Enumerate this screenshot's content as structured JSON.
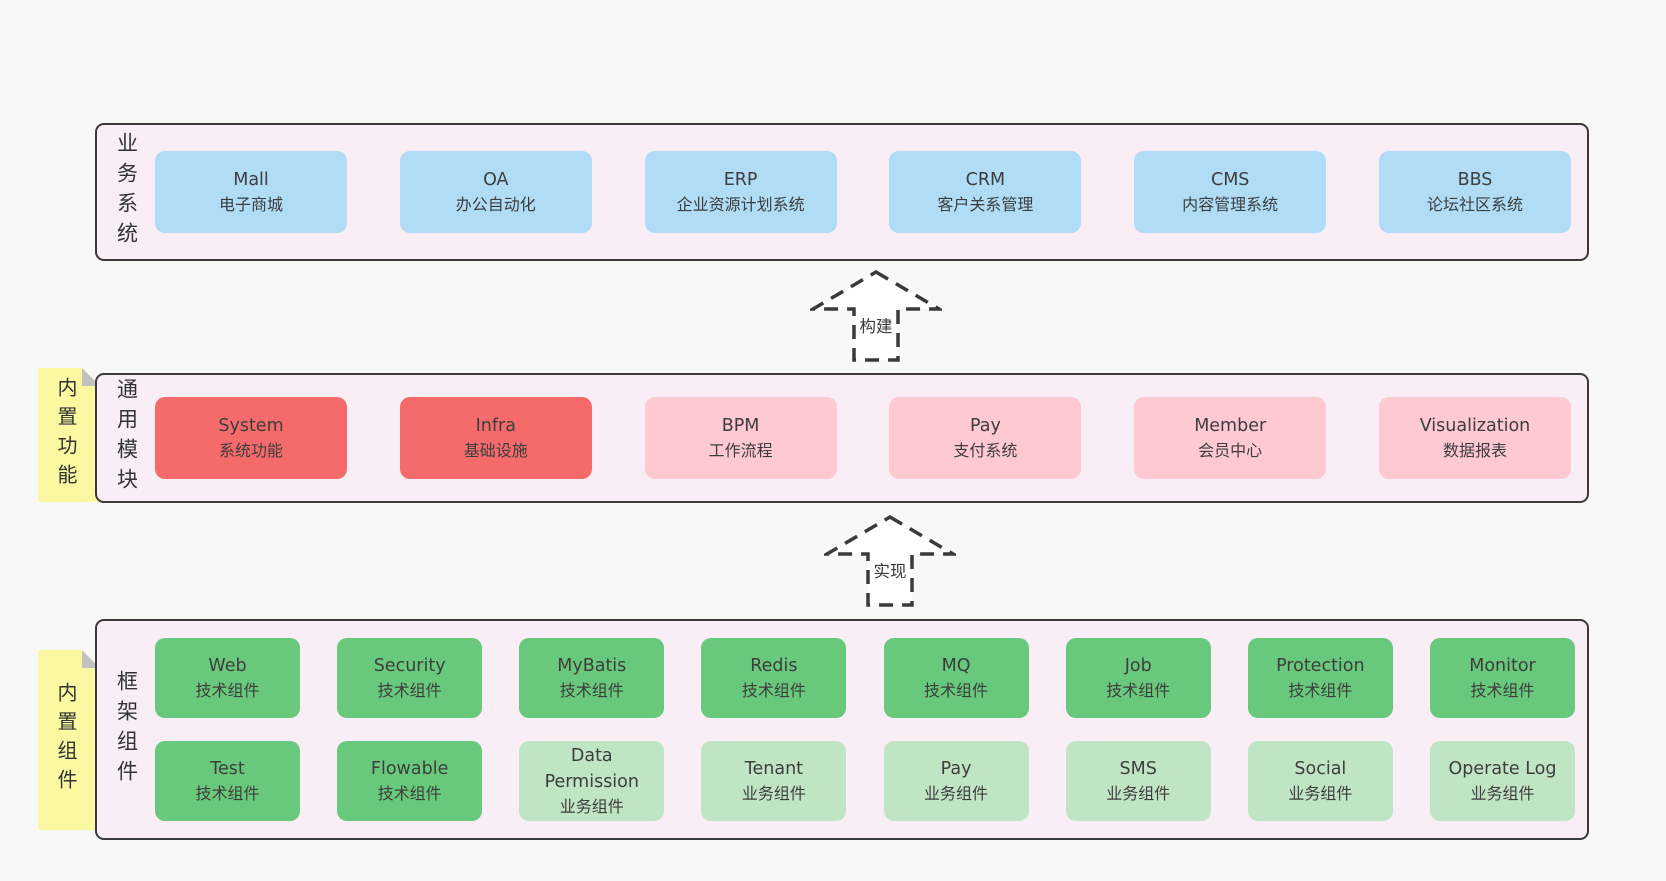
{
  "colors": {
    "page_bg": "#f8f8f8",
    "band_bg": "#f9edf6",
    "band_border": "#3a3a3a",
    "blue": "#b0dcf6",
    "red": "#f56b6b",
    "pink": "#ffc9d2",
    "green": "#68c97c",
    "green_light": "#c0e5c5",
    "note_yellow": "#fbf8a2",
    "note_fold_gray": "#c2c2c2",
    "text": "#3d3d3d"
  },
  "bands": {
    "business": {
      "label": "业务系统",
      "boxes": [
        {
          "en": "Mall",
          "zh": "电子商城"
        },
        {
          "en": "OA",
          "zh": "办公自动化"
        },
        {
          "en": "ERP",
          "zh": "企业资源计划系统"
        },
        {
          "en": "CRM",
          "zh": "客户关系管理"
        },
        {
          "en": "CMS",
          "zh": "内容管理系统"
        },
        {
          "en": "BBS",
          "zh": "论坛社区系统"
        }
      ]
    },
    "modules": {
      "label": "通用模块",
      "note": "内置功能",
      "boxes": [
        {
          "en": "System",
          "zh": "系统功能"
        },
        {
          "en": "Infra",
          "zh": "基础设施"
        },
        {
          "en": "BPM",
          "zh": "工作流程"
        },
        {
          "en": "Pay",
          "zh": "支付系统"
        },
        {
          "en": "Member",
          "zh": "会员中心"
        },
        {
          "en": "Visualization",
          "zh": "数据报表"
        }
      ]
    },
    "components": {
      "label": "框架组件",
      "note": "内置组件",
      "row1": [
        {
          "en": "Web",
          "zh": "技术组件"
        },
        {
          "en": "Security",
          "zh": "技术组件"
        },
        {
          "en": "MyBatis",
          "zh": "技术组件"
        },
        {
          "en": "Redis",
          "zh": "技术组件"
        },
        {
          "en": "MQ",
          "zh": "技术组件"
        },
        {
          "en": "Job",
          "zh": "技术组件"
        },
        {
          "en": "Protection",
          "zh": "技术组件"
        },
        {
          "en": "Monitor",
          "zh": "技术组件"
        }
      ],
      "row2": [
        {
          "en": "Test",
          "zh": "技术组件"
        },
        {
          "en": "Flowable",
          "zh": "技术组件"
        },
        {
          "en": "Data Permission",
          "zh": "业务组件"
        },
        {
          "en": "Tenant",
          "zh": "业务组件"
        },
        {
          "en": "Pay",
          "zh": "业务组件"
        },
        {
          "en": "SMS",
          "zh": "业务组件"
        },
        {
          "en": "Social",
          "zh": "业务组件"
        },
        {
          "en": "Operate Log",
          "zh": "业务组件"
        }
      ]
    }
  },
  "arrows": {
    "build": {
      "label": "构建"
    },
    "implement": {
      "label": "实现"
    }
  }
}
